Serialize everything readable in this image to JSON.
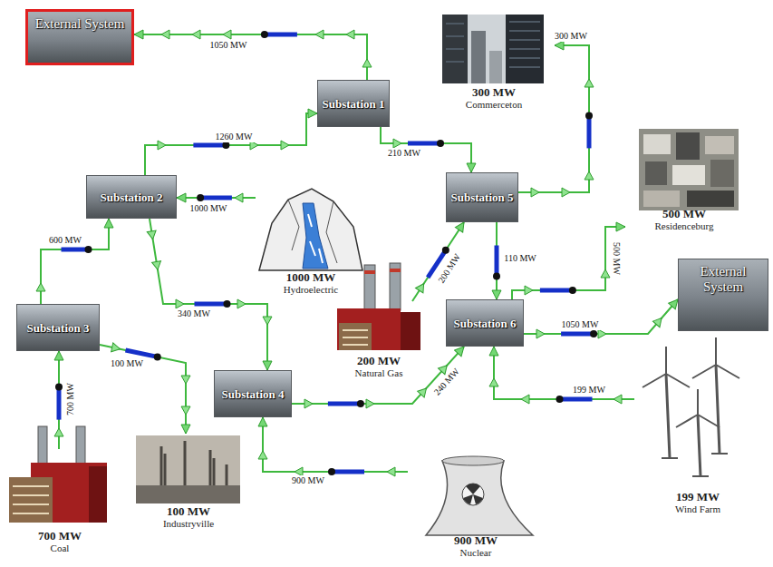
{
  "diagram": {
    "nodes": [
      {
        "text": [
          "External System"
        ]
      },
      {
        "text": [
          "Substation 1"
        ]
      },
      {
        "text": [
          "300 MW",
          "Commerceton"
        ]
      },
      {
        "text": [
          "Substation 2"
        ]
      },
      {
        "text": [
          "Substation 5"
        ]
      },
      {
        "text": [
          "500 MW",
          "Residenceburg"
        ]
      },
      {
        "text": [
          "1000 MW",
          "Hydroelectric"
        ]
      },
      {
        "text": [
          "Substation 3"
        ]
      },
      {
        "text": [
          "200 MW",
          "Natural Gas"
        ]
      },
      {
        "text": [
          "Substation 6"
        ]
      },
      {
        "text": [
          "External System"
        ]
      },
      {
        "text": [
          "Substation 4"
        ]
      },
      {
        "text": [
          "700 MW",
          "Coal"
        ]
      },
      {
        "text": [
          "100 MW",
          "Industryville"
        ]
      },
      {
        "text": [
          "900 MW",
          "Nuclear"
        ]
      },
      {
        "text": [
          "199 MW",
          "Wind Farm"
        ]
      }
    ],
    "edges": [
      {
        "from": 1,
        "to": 0,
        "label": "1050 MW",
        "arrow": "to"
      },
      {
        "from": 3,
        "to": 1,
        "label": "1260 MW",
        "arrow": "to"
      },
      {
        "from": 1,
        "to": 4,
        "label": "210 MW",
        "arrow": "to"
      },
      {
        "from": 4,
        "to": 2,
        "label": "300 MW",
        "arrow": "to"
      },
      {
        "from": 6,
        "to": 3,
        "label": "1000 MW",
        "arrow": "to"
      },
      {
        "from": 7,
        "to": 3,
        "label": "600 MW",
        "arrow": "to"
      },
      {
        "from": 3,
        "to": 11,
        "label": "340 MW",
        "arrow": "to"
      },
      {
        "from": 8,
        "to": 4,
        "label": "200 MW",
        "arrow": "to"
      },
      {
        "from": 4,
        "to": 9,
        "label": "110 MW",
        "arrow": "to"
      },
      {
        "from": 9,
        "to": 5,
        "label": "500 MW",
        "arrow": "to"
      },
      {
        "from": 9,
        "to": 10,
        "label": "1050 MW",
        "arrow": "to"
      },
      {
        "from": 12,
        "to": 7,
        "label": "700 MW",
        "arrow": "to"
      },
      {
        "from": 7,
        "to": 13,
        "label": "100 MW",
        "arrow": "to"
      },
      {
        "from": 11,
        "to": 9,
        "label": "240 MW",
        "arrow": "to"
      },
      {
        "from": 14,
        "to": 11,
        "label": "900 MW",
        "arrow": "to"
      },
      {
        "from": 15,
        "to": 9,
        "label": "199 MW",
        "arrow": "to"
      }
    ]
  }
}
